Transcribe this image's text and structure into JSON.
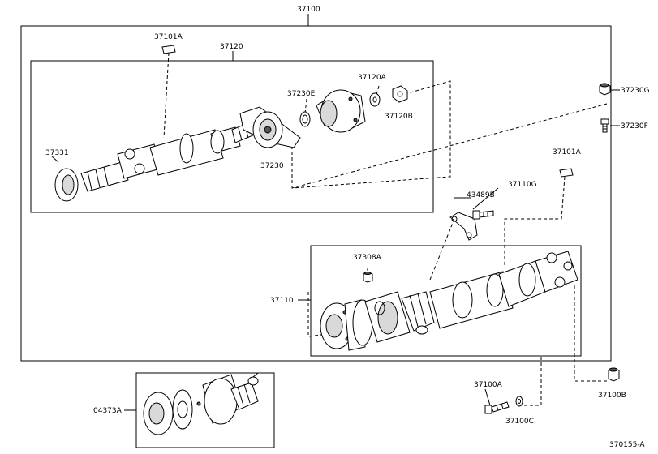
{
  "callouts": {
    "assembly": "37100",
    "p37101A_top": "37101A",
    "p37120": "37120",
    "p37120A": "37120A",
    "p37230G": "37230G",
    "p37230E": "37230E",
    "p37120B": "37120B",
    "p37230F": "37230F",
    "p37331": "37331",
    "p37230": "37230",
    "p37101A_right": "37101A",
    "p43489B": "43489B",
    "p37110G": "37110G",
    "p37308A": "37308A",
    "p37110": "37110",
    "p37100A": "37100A",
    "p37100B": "37100B",
    "p37100C": "37100C",
    "p04373A": "04373A"
  },
  "figure_id": "370155-A"
}
